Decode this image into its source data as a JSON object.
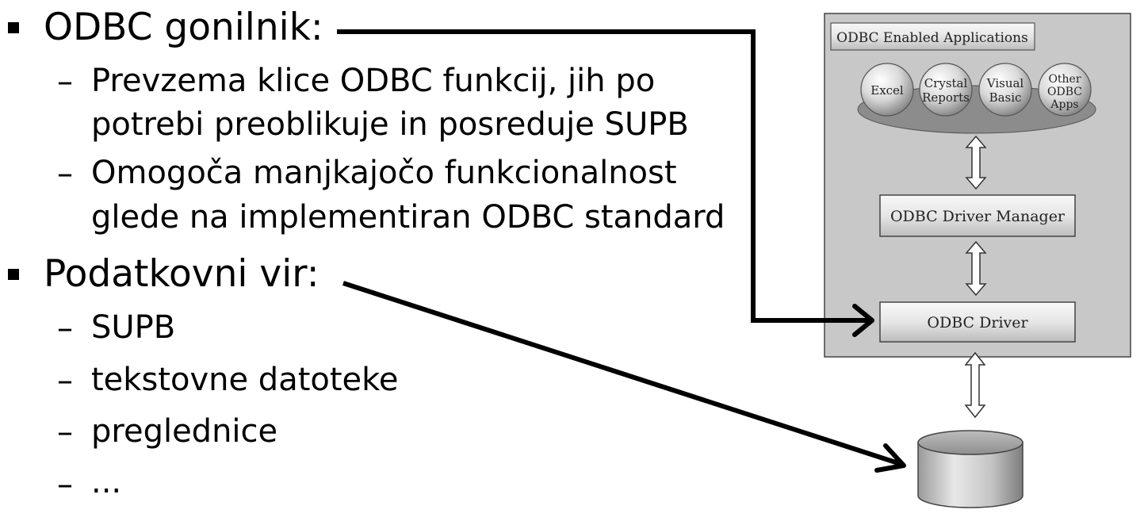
{
  "bullets": [
    {
      "title": "ODBC gonilnik:",
      "items": [
        [
          "Prevzema klice ODBC funkcij, jih po",
          "potrebi preoblikuje in posreduje SUPB"
        ],
        [
          "Omogoča manjkajočo funkcionalnost",
          "glede na implementiran ODBC standard"
        ]
      ]
    },
    {
      "title": "Podatkovni vir:",
      "items": [
        [
          "SUPB"
        ],
        [
          "tekstovne datoteke"
        ],
        [
          "preglednice"
        ],
        [
          "..."
        ]
      ]
    }
  ],
  "diagram": {
    "apps_label": "ODBC Enabled Applications",
    "apps": [
      {
        "lines": [
          "Excel"
        ]
      },
      {
        "lines": [
          "Crystal",
          "Reports"
        ]
      },
      {
        "lines": [
          "Visual",
          "Basic"
        ]
      },
      {
        "lines": [
          "Other",
          "ODBC",
          "Apps"
        ]
      }
    ],
    "manager_label": "ODBC Driver Manager",
    "driver_label": "ODBC Driver"
  },
  "dash_glyph": "–"
}
